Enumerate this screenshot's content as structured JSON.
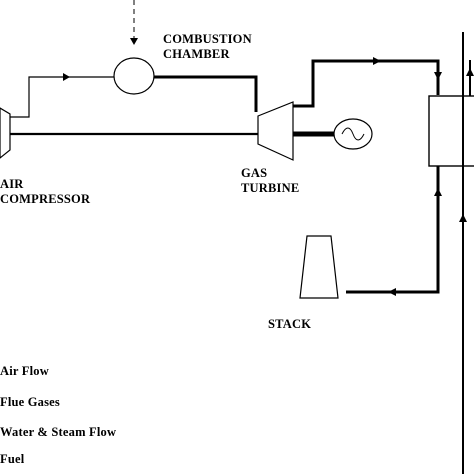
{
  "labels": {
    "combustion_chamber": [
      "COMBUSTION",
      "CHAMBER"
    ],
    "gas_turbine": [
      "GAS",
      "TURBINE"
    ],
    "air_compressor": [
      "AIR",
      "COMPRESSOR"
    ],
    "stack": "STACK"
  },
  "legend": {
    "air_flow": "Air Flow",
    "flue_gases": "Flue Gases",
    "water_steam_flow": "Water & Steam Flow",
    "fuel": "Fuel"
  },
  "colors": {
    "line": "#000000",
    "background": "#ffffff"
  },
  "icons": {
    "generator": "sine-wave-in-circle",
    "flow_arrow": "filled-triangle"
  }
}
